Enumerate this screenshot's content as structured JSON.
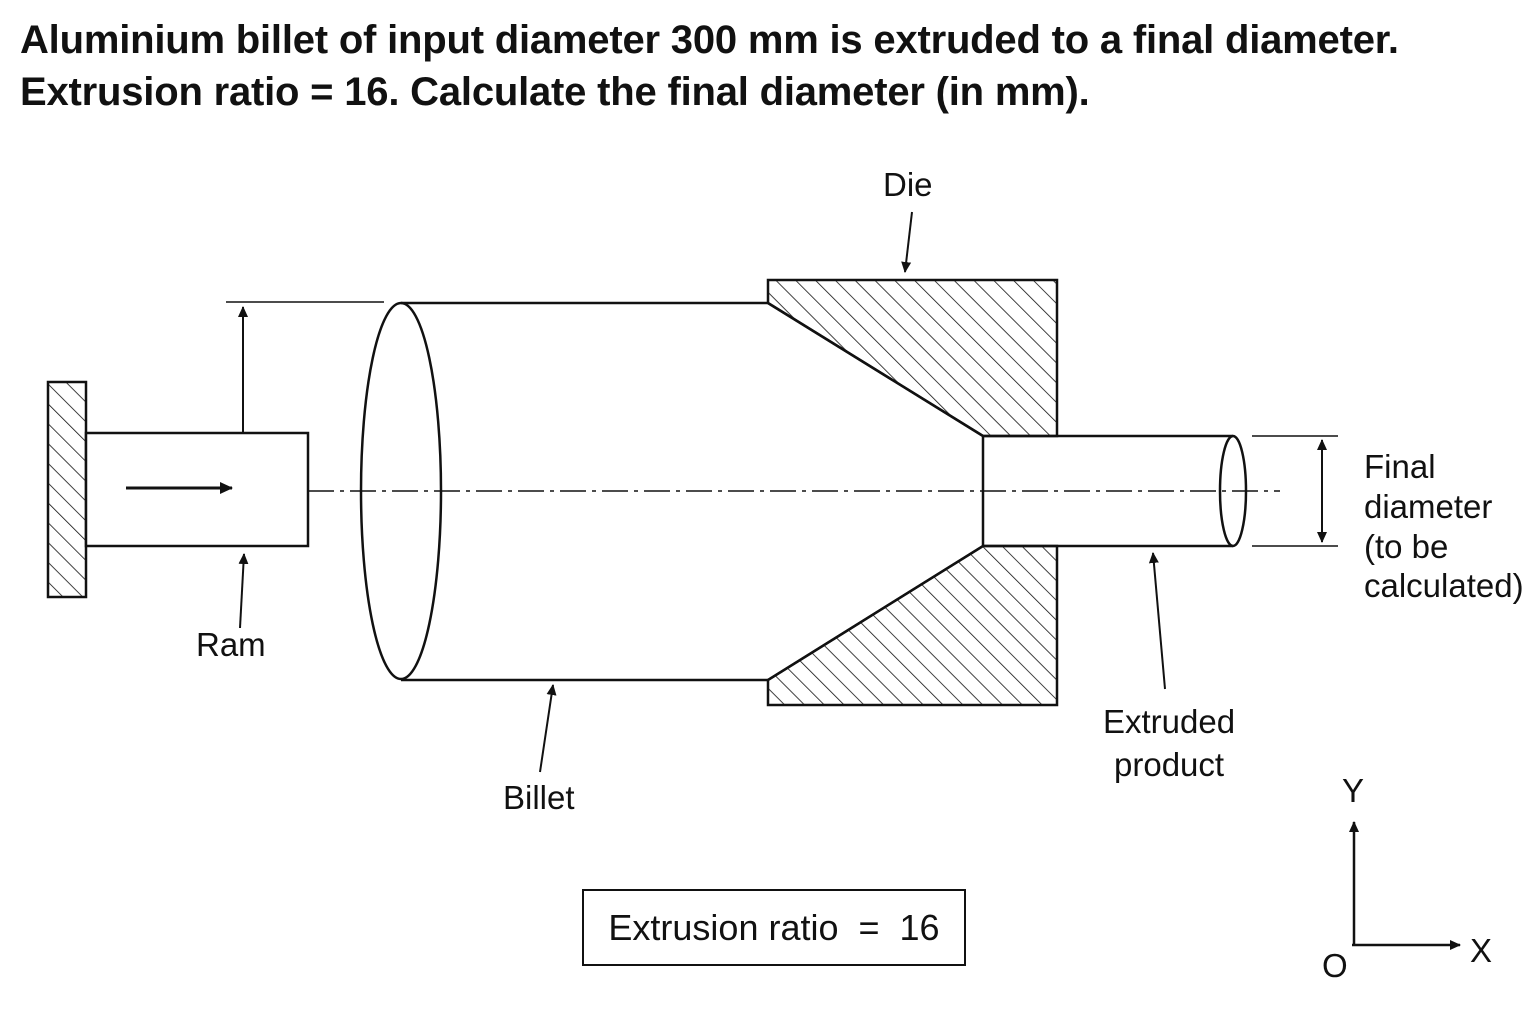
{
  "question": {
    "line1": "Aluminium billet of input diameter 300 mm is extruded to a final diameter.",
    "line2": "Extrusion ratio = 16. Calculate the final diameter (in mm)."
  },
  "labels": {
    "die": "Die",
    "ram": "Ram",
    "billet": "Billet",
    "extruded_product_line1": "Extruded",
    "extruded_product_line2": "product",
    "final_diameter_line1": "Final",
    "final_diameter_line2": "diameter",
    "final_diameter_line3": "(to be",
    "final_diameter_line4": "calculated)"
  },
  "axes": {
    "y_label": "Y",
    "x_label": "X",
    "origin_label": "O"
  },
  "ratio_box": {
    "text": "Extrusion ratio  =  16"
  }
}
